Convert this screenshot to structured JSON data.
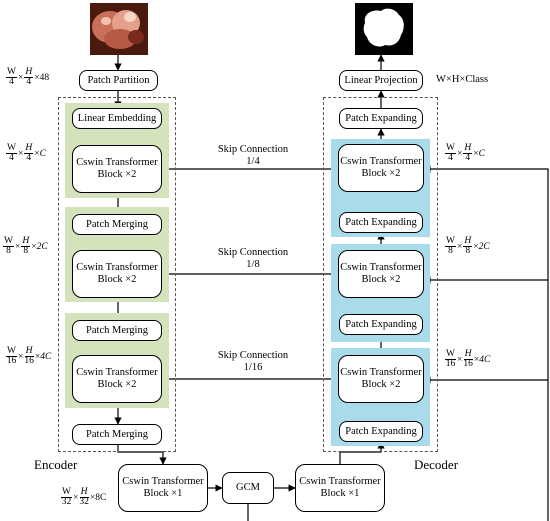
{
  "images": {
    "input_icon": "endoscopy-image-icon",
    "output_icon": "segmentation-mask-icon"
  },
  "encoder": {
    "label": "Encoder",
    "patch_partition": "Patch Partition",
    "linear_embedding": "Linear Embedding",
    "stage1": {
      "line1": "Cswin Transformer",
      "line2": "Block ×2"
    },
    "merge1": "Patch Merging",
    "stage2": {
      "line1": "Cswin Transformer",
      "line2": "Block ×2"
    },
    "merge2": "Patch Merging",
    "stage3": {
      "line1": "Cswin Transformer",
      "line2": "Block ×2"
    },
    "merge3": "Patch Merging"
  },
  "bottleneck": {
    "enc_block": {
      "line1": "Cswin Transformer",
      "line2": "Block ×1"
    },
    "gcm": "GCM",
    "dec_block": {
      "line1": "Cswin Transformer",
      "line2": "Block ×1"
    }
  },
  "decoder": {
    "label": "Decoder",
    "linear_projection": "Linear Projection",
    "output_dim": "W×H×Class",
    "expand_top": "Patch Expanding",
    "stage1": {
      "line1": "Cswin Transformer",
      "line2": "Block ×2"
    },
    "expand1": "Patch Expanding",
    "stage2": {
      "line1": "Cswin Transformer",
      "line2": "Block ×2"
    },
    "expand2": "Patch Expanding",
    "stage3": {
      "line1": "Cswin Transformer",
      "line2": "Block ×2"
    },
    "expand3": "Patch Expanding"
  },
  "skips": [
    {
      "title": "Skip Connection",
      "scale": "1/4"
    },
    {
      "title": "Skip Connection",
      "scale": "1/8"
    },
    {
      "title": "Skip Connection",
      "scale": "1/16"
    }
  ],
  "dims": {
    "d0": {
      "w": "W",
      "wd": "4",
      "h": "H",
      "hd": "4",
      "c": "48"
    },
    "d1": {
      "w": "W",
      "wd": "4",
      "h": "H",
      "hd": "4",
      "c": "C"
    },
    "d2": {
      "w": "W",
      "wd": "8",
      "h": "H",
      "hd": "8",
      "c": "2C"
    },
    "d3": {
      "w": "W",
      "wd": "16",
      "h": "H",
      "hd": "16",
      "c": "4C"
    },
    "d4": {
      "w": "W",
      "wd": "32",
      "h": "H",
      "hd": "32",
      "c": "8C"
    }
  },
  "colors": {
    "encoder_panel": "#d5e3bd",
    "decoder_panel": "#a9dbea",
    "line": "#000000"
  }
}
